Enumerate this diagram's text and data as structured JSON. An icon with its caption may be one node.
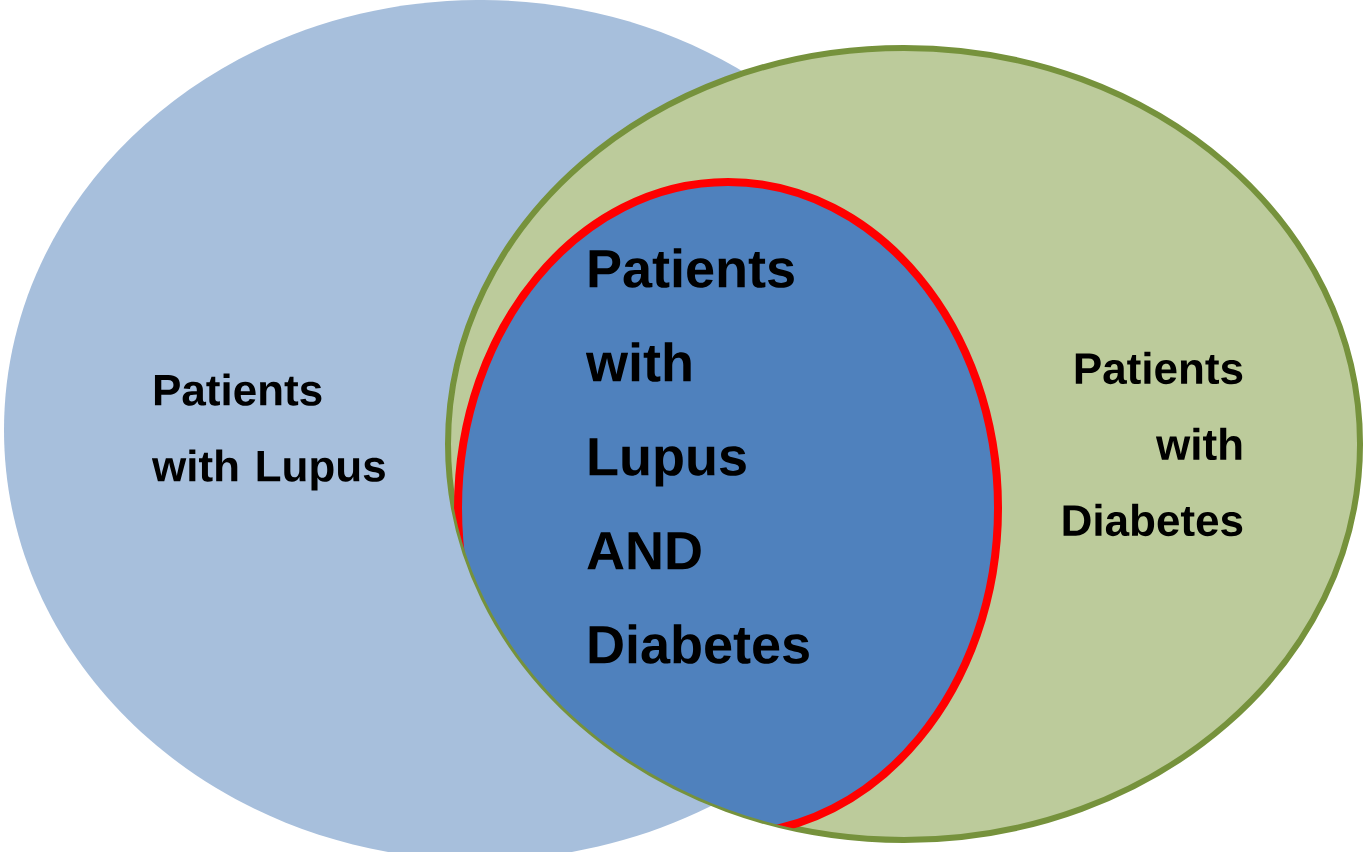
{
  "diagram": {
    "nodes": [
      {
        "text": [
          "Patients with Lupus"
        ]
      },
      {
        "text": [
          "Patients with Diabetes"
        ]
      },
      {
        "text": [
          "Patients with Lupus AND Diabetes"
        ],
        "in": 1
      }
    ]
  }
}
